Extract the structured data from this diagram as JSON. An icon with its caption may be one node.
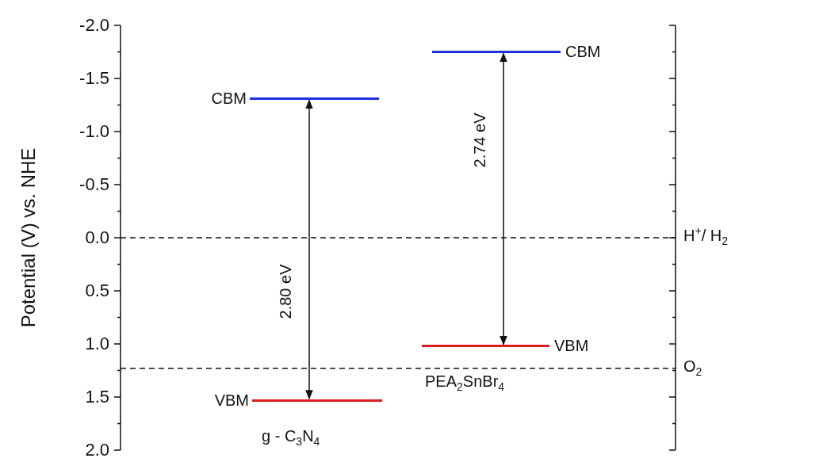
{
  "diagram": {
    "nodes": [
      {
        "text": [],
        "shape": "bar",
        "beside": [
          "CBM"
        ]
      },
      {
        "text": [],
        "shape": "bar",
        "beside": [
          "VBM"
        ]
      },
      {
        "text": [],
        "shape": "bar",
        "beside": [
          "CBM"
        ]
      },
      {
        "text": [],
        "shape": "bar",
        "beside": [
          "VBM"
        ]
      }
    ],
    "edges": [
      {
        "from": 0,
        "to": 1,
        "arrow": "both",
        "label": "2.80 eV"
      },
      {
        "from": 2,
        "to": 3,
        "arrow": "both",
        "label": "2.74 eV"
      }
    ],
    "labels": [
      "-2.0",
      "-1.5",
      "-1.0",
      "-0.5",
      "0.0",
      "0.5",
      "1.0",
      "1.5",
      "2.0",
      "Potential (V) vs. NHE",
      "H$^{+}$/ H$_{2}$",
      "PEA$_{2}$SnBr$_{4}$",
      "O$_{2}$",
      "g - C$_{3}$N$_{4}$"
    ]
  }
}
